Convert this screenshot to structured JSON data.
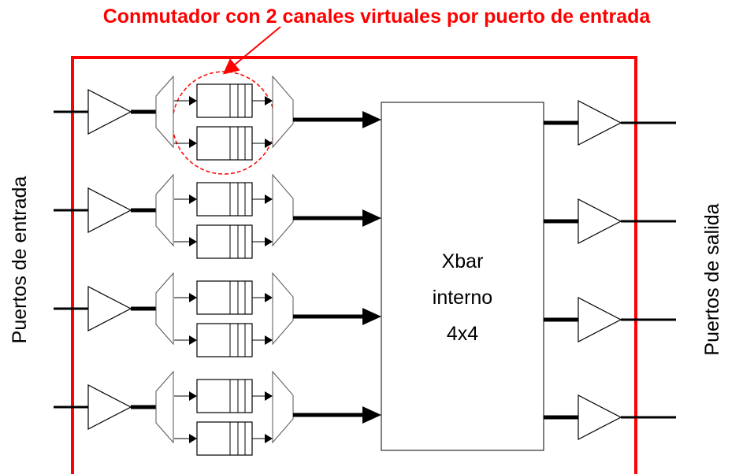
{
  "title": "Conmutador con 2 canales virtuales por puerto de entrada",
  "input_label": "Puertos de entrada",
  "output_label": "Puertos de salida",
  "crossbar": {
    "line1": "Xbar",
    "line2": "interno",
    "line3": "4x4"
  },
  "colors": {
    "highlight": "#ff0000",
    "stroke": "#000000",
    "mux_stroke": "#555555"
  }
}
